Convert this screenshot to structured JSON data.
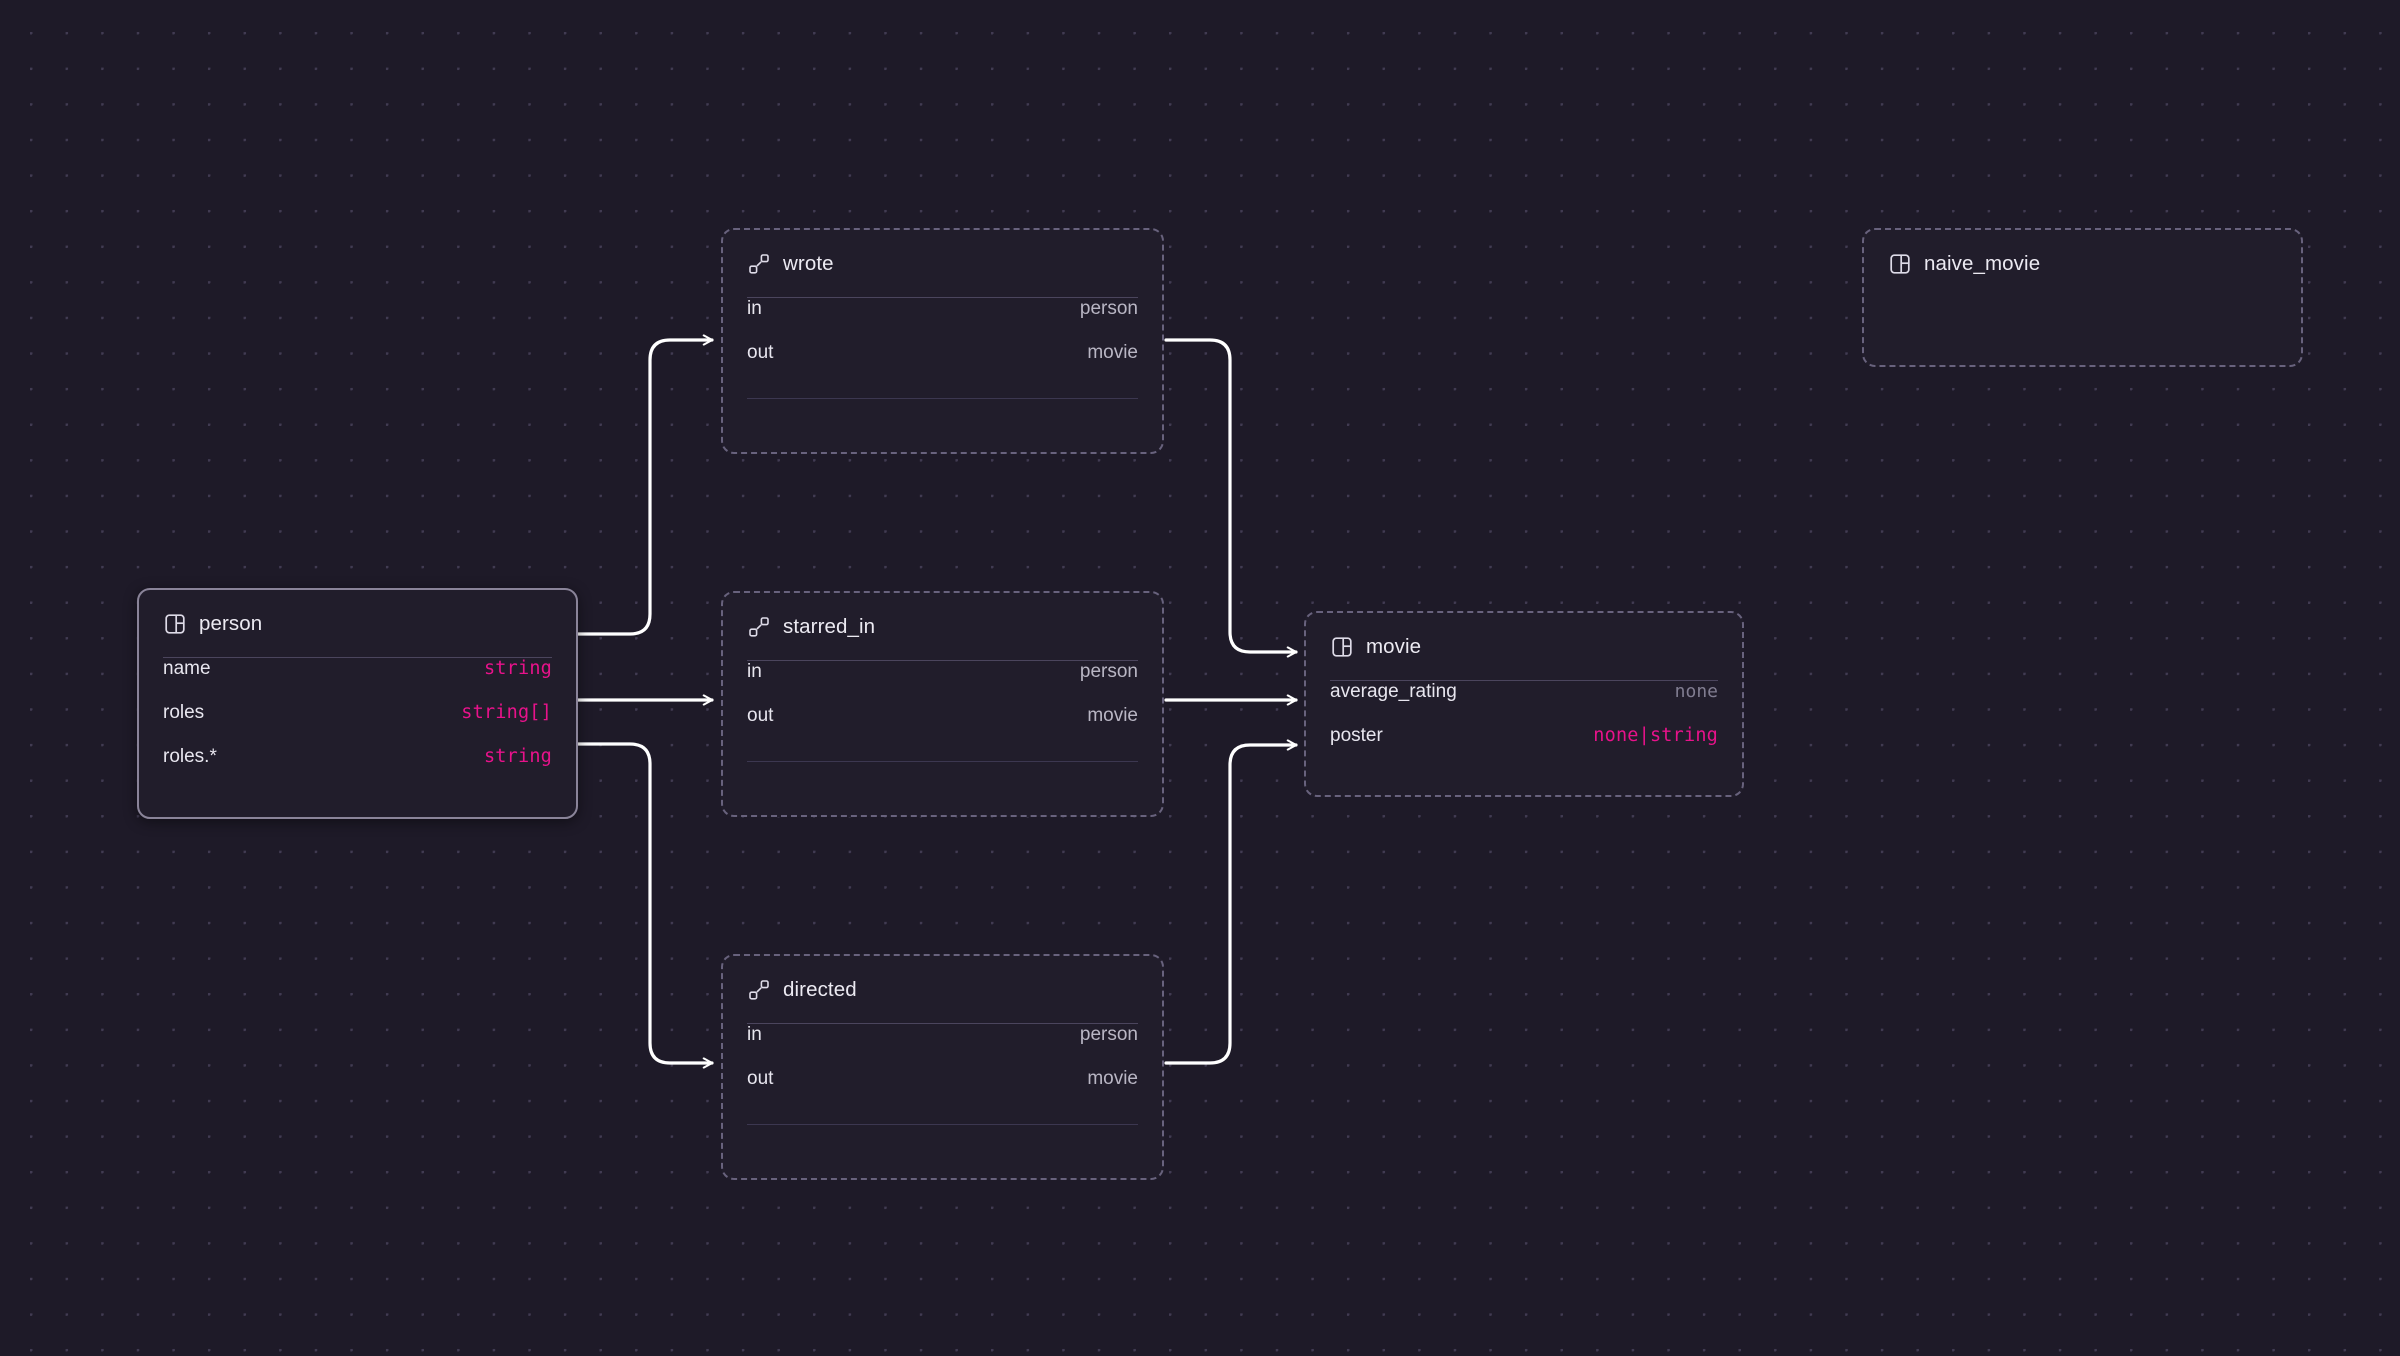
{
  "canvas": {
    "background_color": "#1e1a28",
    "dot_color": "#413b52",
    "edge_color": "#ffffff",
    "accent_type_color": "#e8128b",
    "muted_value_color": "#817d91",
    "selected_border_color": "#8a8499",
    "dashed_border_color": "#68627d"
  },
  "nodes": [
    {
      "id": "person",
      "kind": "table",
      "icon": "table-icon",
      "title": "person",
      "selected": true,
      "has_footer_divider": false,
      "fields": [
        {
          "name": "name",
          "value": "string",
          "value_style": "type"
        },
        {
          "name": "roles",
          "value": "string[]",
          "value_style": "type"
        },
        {
          "name": "roles.*",
          "value": "string",
          "value_style": "type"
        }
      ]
    },
    {
      "id": "wrote",
      "kind": "relation",
      "icon": "relation-icon",
      "title": "wrote",
      "selected": false,
      "has_footer_divider": true,
      "fields": [
        {
          "name": "in",
          "value": "person",
          "value_style": "plain"
        },
        {
          "name": "out",
          "value": "movie",
          "value_style": "plain"
        }
      ]
    },
    {
      "id": "starred_in",
      "kind": "relation",
      "icon": "relation-icon",
      "title": "starred_in",
      "selected": false,
      "has_footer_divider": true,
      "fields": [
        {
          "name": "in",
          "value": "person",
          "value_style": "plain"
        },
        {
          "name": "out",
          "value": "movie",
          "value_style": "plain"
        }
      ]
    },
    {
      "id": "directed",
      "kind": "relation",
      "icon": "relation-icon",
      "title": "directed",
      "selected": false,
      "has_footer_divider": true,
      "fields": [
        {
          "name": "in",
          "value": "person",
          "value_style": "plain"
        },
        {
          "name": "out",
          "value": "movie",
          "value_style": "plain"
        }
      ]
    },
    {
      "id": "movie",
      "kind": "table",
      "icon": "table-icon",
      "title": "movie",
      "selected": false,
      "has_footer_divider": false,
      "fields": [
        {
          "name": "average_rating",
          "value": "none",
          "value_style": "muted"
        },
        {
          "name": "poster",
          "value": "none|string",
          "value_style": "type"
        }
      ]
    },
    {
      "id": "naive_movie",
      "kind": "table",
      "icon": "table-icon",
      "title": "naive_movie",
      "selected": false,
      "has_footer_divider": false,
      "fields": []
    }
  ],
  "edges": [
    {
      "id": "person-wrote",
      "from": "person",
      "to": "wrote",
      "label": ""
    },
    {
      "id": "person-starred_in",
      "from": "person",
      "to": "starred_in",
      "label": ""
    },
    {
      "id": "person-directed",
      "from": "person",
      "to": "directed",
      "label": ""
    },
    {
      "id": "wrote-movie",
      "from": "wrote",
      "to": "movie",
      "label": ""
    },
    {
      "id": "starred_in-movie",
      "from": "starred_in",
      "to": "movie",
      "label": ""
    },
    {
      "id": "directed-movie",
      "from": "directed",
      "to": "movie",
      "label": ""
    }
  ]
}
